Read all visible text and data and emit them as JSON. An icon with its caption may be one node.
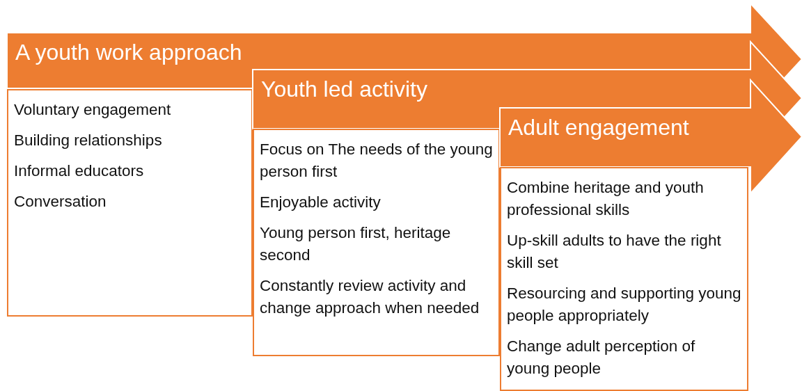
{
  "diagram": {
    "nodes": [
      {
        "text": [
          "A youth work approach"
        ]
      },
      {
        "text": [
          "Voluntary engagement",
          "Building relationships",
          "Informal educators",
          "Conversation"
        ]
      },
      {
        "text": [
          "Youth led activity"
        ]
      },
      {
        "text": [
          "Focus on The needs of the young person first",
          "Enjoyable activity",
          "Young person first, heritage second",
          "Constantly review activity and change approach when needed"
        ]
      },
      {
        "text": [
          "Adult engagement"
        ]
      },
      {
        "text": [
          "Combine heritage and youth professional skills",
          "Up-skill adults to have the right skill set",
          "Resourcing and supporting young people appropriately",
          "Change adult perception of young people"
        ]
      }
    ]
  }
}
